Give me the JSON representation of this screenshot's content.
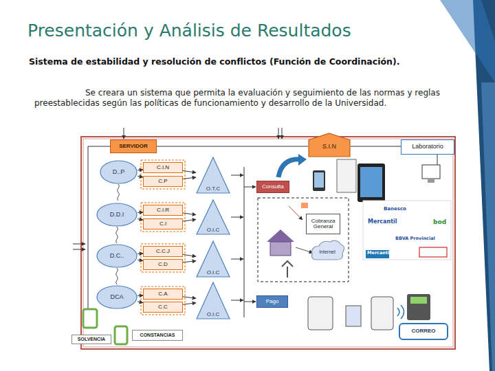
{
  "diagram": {
    "title": "Presentación y Análisis de Resultados",
    "nodes": [
      {
        "text": [
          "SERVIDOR"
        ]
      },
      {
        "text": [
          "S.I.N"
        ]
      },
      {
        "text": [
          "Laboratorio"
        ]
      },
      {
        "text": [
          "D..P"
        ]
      },
      {
        "text": [
          "C.I.N"
        ]
      },
      {
        "text": [
          "C.P"
        ]
      },
      {
        "text": [
          "O.T.C"
        ]
      },
      {
        "text": [
          "Consulta"
        ]
      },
      {
        "text": [
          "D.D.I"
        ]
      },
      {
        "text": [
          "C.I.R"
        ]
      },
      {
        "text": [
          "C.I"
        ]
      },
      {
        "text": [
          "O.I.C"
        ]
      },
      {
        "text": [
          "Cobranza General"
        ]
      },
      {
        "text": [
          "Internet"
        ]
      },
      {
        "text": [
          "D.C.."
        ]
      },
      {
        "text": [
          "C.C.J"
        ]
      },
      {
        "text": [
          "C.D"
        ]
      },
      {
        "text": [
          "O.I.C"
        ]
      },
      {
        "text": [
          "DCA"
        ]
      },
      {
        "text": [
          "C.A"
        ]
      },
      {
        "text": [
          "C.C"
        ]
      },
      {
        "text": [
          "O.I.C"
        ]
      },
      {
        "text": [
          "Pago"
        ]
      },
      {
        "text": [
          "CORREO"
        ]
      },
      {
        "text": [
          "SOLVENCIA"
        ]
      },
      {
        "text": [
          "CONSTANCIAS"
        ]
      }
    ],
    "edges": [
      {
        "from": 3,
        "to": 4,
        "arrow": "to"
      },
      {
        "from": 3,
        "to": 5,
        "arrow": "to"
      },
      {
        "from": 4,
        "to": 6,
        "arrow": "to"
      },
      {
        "from": 5,
        "to": 6,
        "arrow": "to"
      },
      {
        "from": 8,
        "to": 9,
        "arrow": "to"
      },
      {
        "from": 8,
        "to": 10,
        "arrow": "to"
      },
      {
        "from": 9,
        "to": 11,
        "arrow": "to"
      },
      {
        "from": 10,
        "to": 11,
        "arrow": "to"
      },
      {
        "from": 14,
        "to": 15,
        "arrow": "to"
      },
      {
        "from": 14,
        "to": 16,
        "arrow": "to"
      },
      {
        "from": 15,
        "to": 17,
        "arrow": "to"
      },
      {
        "from": 16,
        "to": 17,
        "arrow": "to"
      },
      {
        "from": 18,
        "to": 19,
        "arrow": "to"
      },
      {
        "from": 18,
        "to": 20,
        "arrow": "to"
      },
      {
        "from": 19,
        "to": 21,
        "arrow": "to"
      },
      {
        "from": 20,
        "to": 21,
        "arrow": "to"
      }
    ],
    "labels": [
      "Sistema de estabilidad y resolución de conflictos (Función de Coordinación).",
      "Se creara un sistema que permita la evaluación y seguimiento de las normas y reglas preestablecidas según las políticas de funcionamiento y desarrollo de la Universidad.",
      "Banesco",
      "Mercantil",
      "BBVA Provincial",
      "bod",
      "Mercantil"
    ]
  }
}
